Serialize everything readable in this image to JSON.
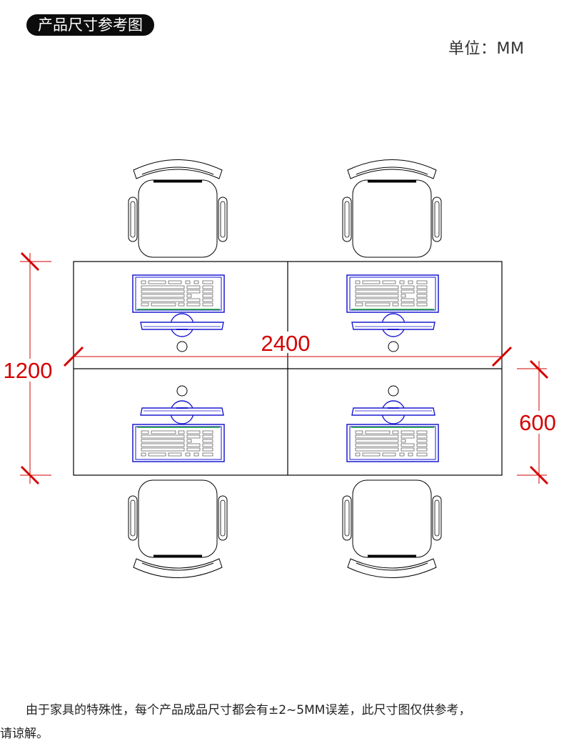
{
  "header": {
    "title": "产品尺寸参考图",
    "unit": "单位：MM"
  },
  "dimensions": {
    "width": "2400",
    "depth": "1200",
    "half_depth": "600"
  },
  "note": {
    "line1": "由于家具的特殊性，每个产品成品尺寸都会有±2~5MM误差，此尺寸图仅供参考，",
    "line2": "请谅解。"
  },
  "colors": {
    "dimension": "#d40000",
    "outline": "#000000",
    "monitor": "#1a1ad0",
    "keyboard_accent": "#10a030",
    "title_bg": "#0c0c0c"
  }
}
